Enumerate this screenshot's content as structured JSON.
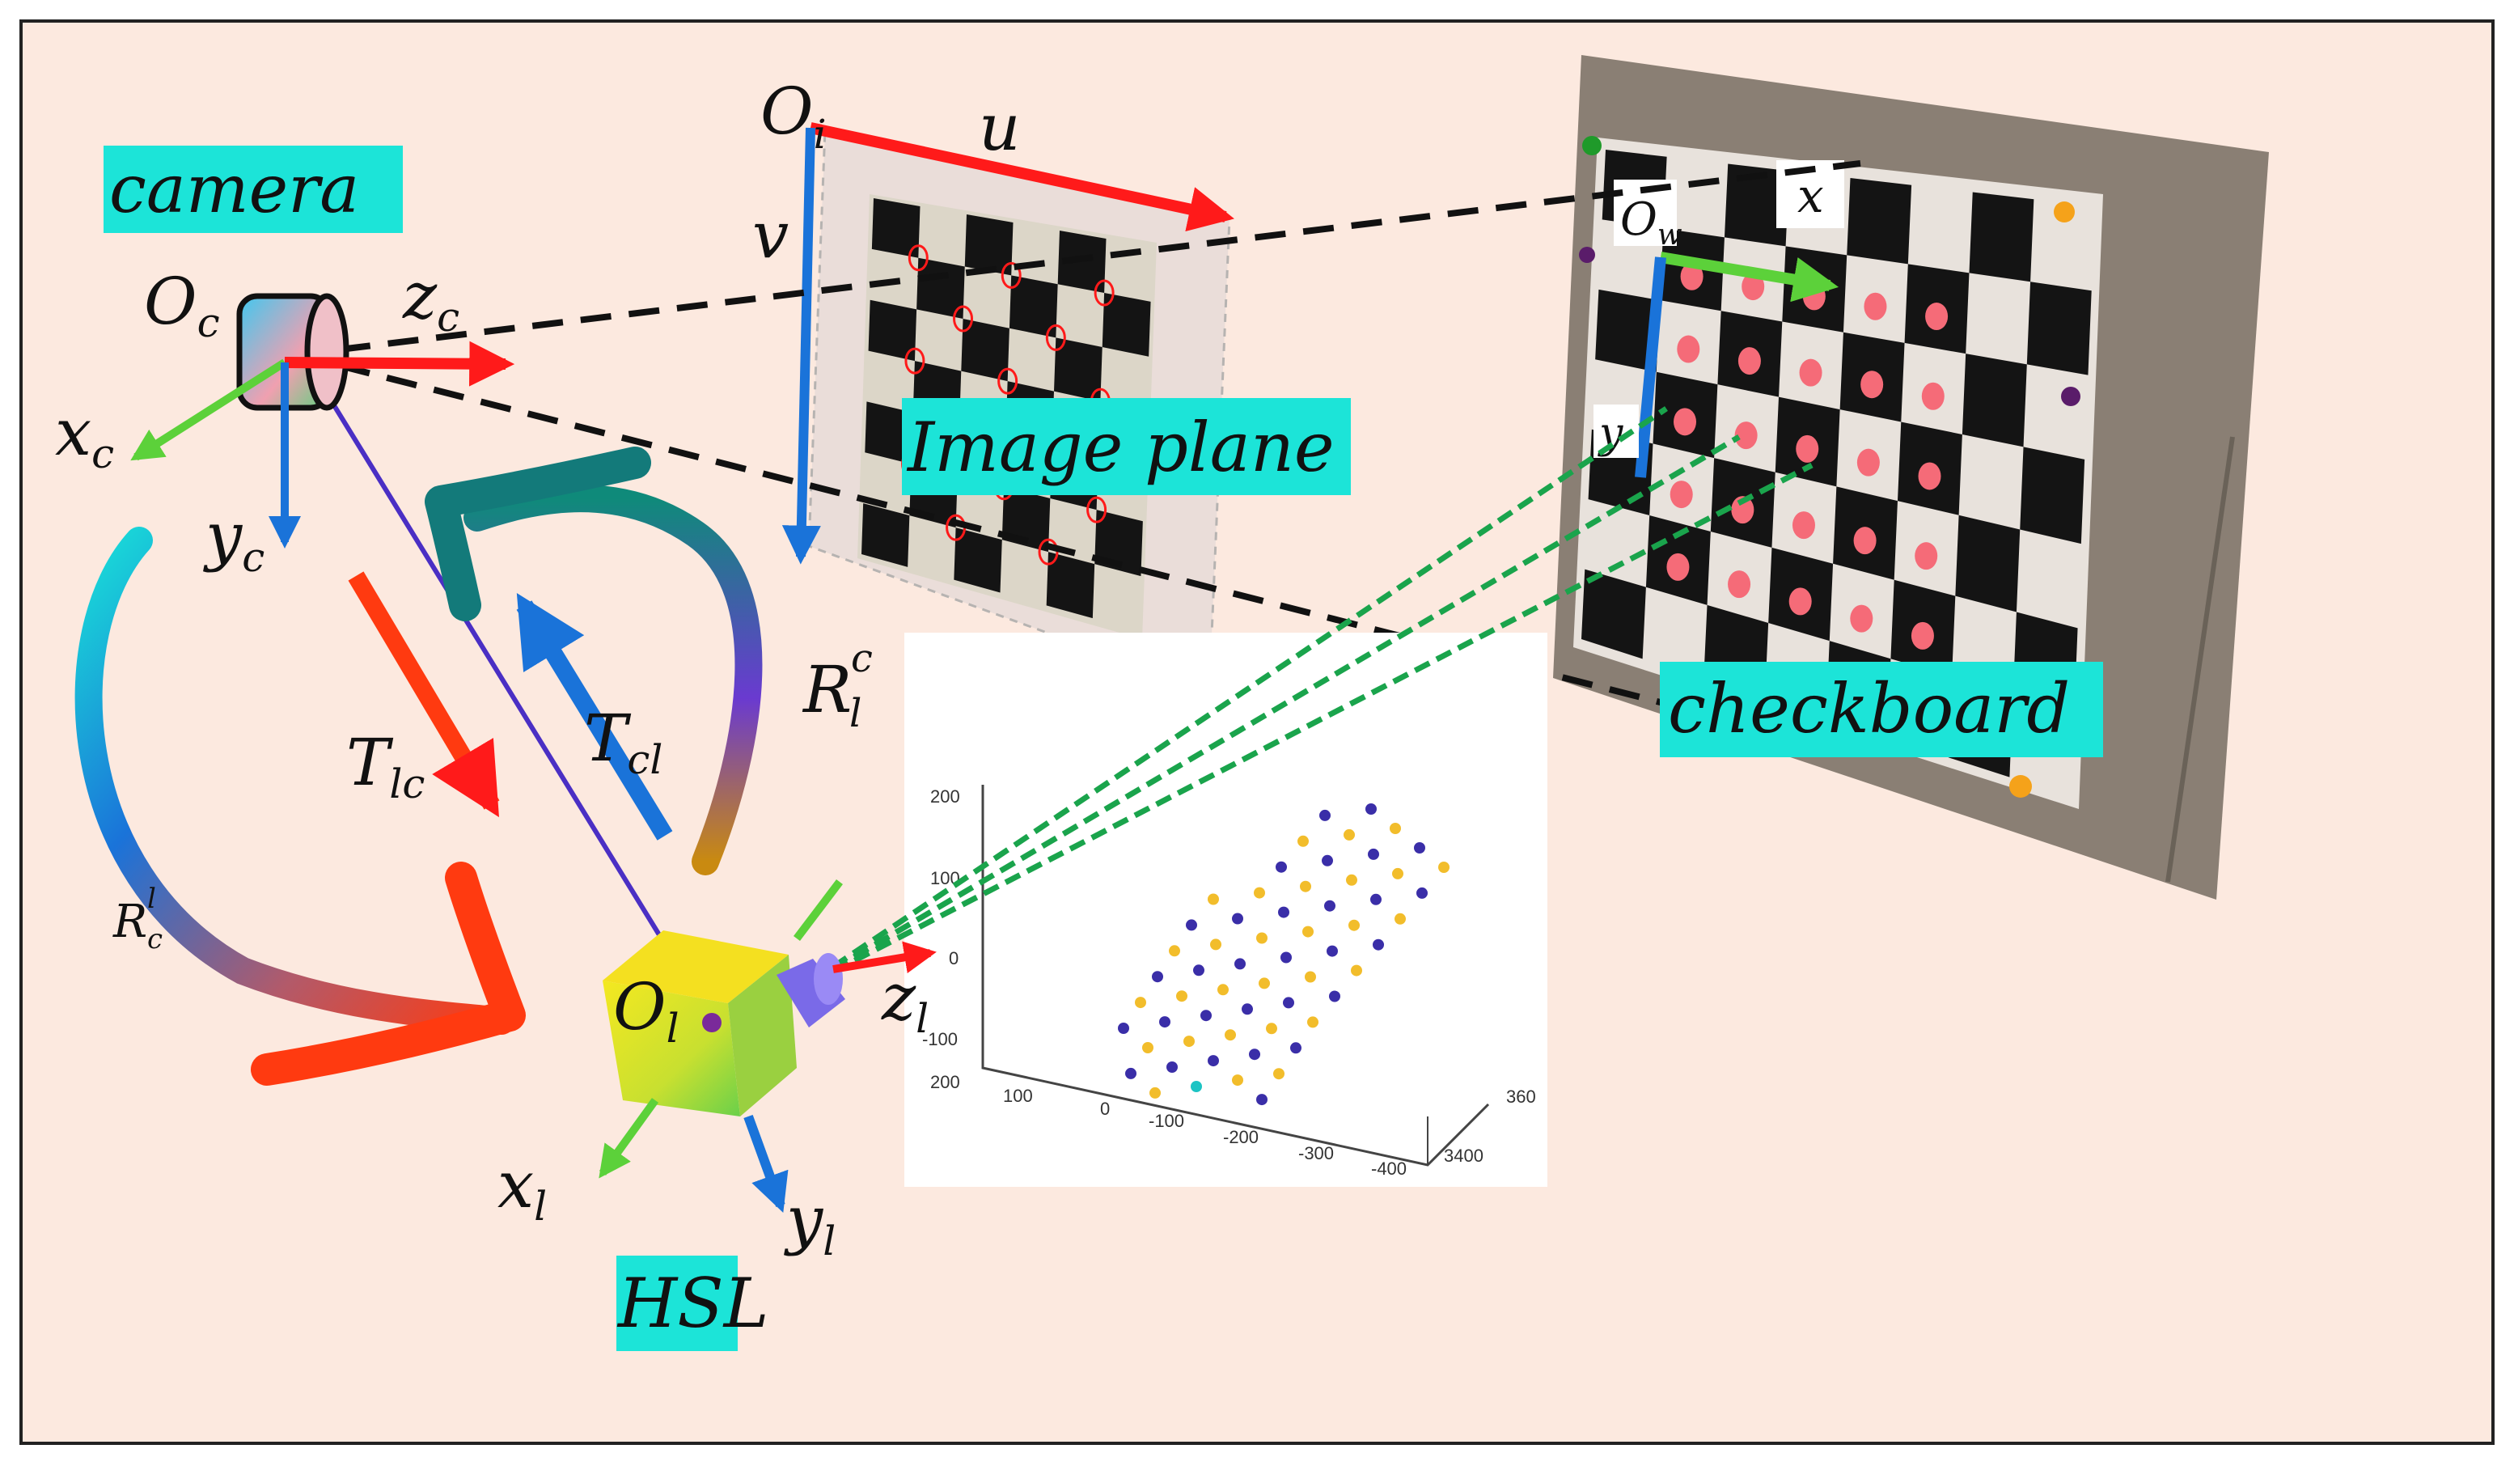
{
  "colors": {
    "background": "#fce9df",
    "label_highlight": "#1ce4d8",
    "axis_red": "#ff1a1a",
    "axis_blue": "#1a73d9",
    "axis_green": "#5cd13a",
    "board_dot": "#f56b78",
    "ray_green": "#1aa44c",
    "line_purple": "#4a2fc4",
    "point_yellow": "#f2bd2b",
    "point_purple": "#3a2ea8",
    "point_cyan": "#1cc4c4"
  },
  "labels": {
    "camera": "camera",
    "image_plane": "Image plane",
    "checkboard": "checkboard",
    "hsl": "HSL"
  },
  "camera_axes": {
    "origin_base": "O",
    "origin_sub": "c",
    "x_base": "x",
    "x_sub": "c",
    "y_base": "y",
    "y_sub": "c",
    "z_base": "z",
    "z_sub": "c"
  },
  "lidar_axes": {
    "origin_base": "O",
    "origin_sub": "l",
    "x_base": "x",
    "x_sub": "l",
    "y_base": "y",
    "y_sub": "l",
    "z_base": "z",
    "z_sub": "l"
  },
  "image_axes": {
    "origin_base": "O",
    "origin_sub": "i",
    "u": "u",
    "v": "v"
  },
  "world_axes": {
    "origin_base": "O",
    "origin_sub": "w",
    "x": "x",
    "y": "y"
  },
  "transforms": {
    "t_lc_base": "T",
    "t_lc_sub": "lc",
    "t_cl_base": "T",
    "t_cl_sub": "cl",
    "r_lc_base": "R",
    "r_lc_sub": "l",
    "r_lc_sup": "c",
    "r_cl_base": "R",
    "r_cl_sub": "c",
    "r_cl_sup": "l"
  },
  "point_cloud_plot": {
    "y_ticks": [
      "200",
      "100",
      "0",
      "-100"
    ],
    "x_ticks": [
      "200",
      "100",
      "0",
      "-100",
      "-200",
      "-300",
      "-400"
    ],
    "z_ticks": [
      "360",
      "3400"
    ]
  }
}
